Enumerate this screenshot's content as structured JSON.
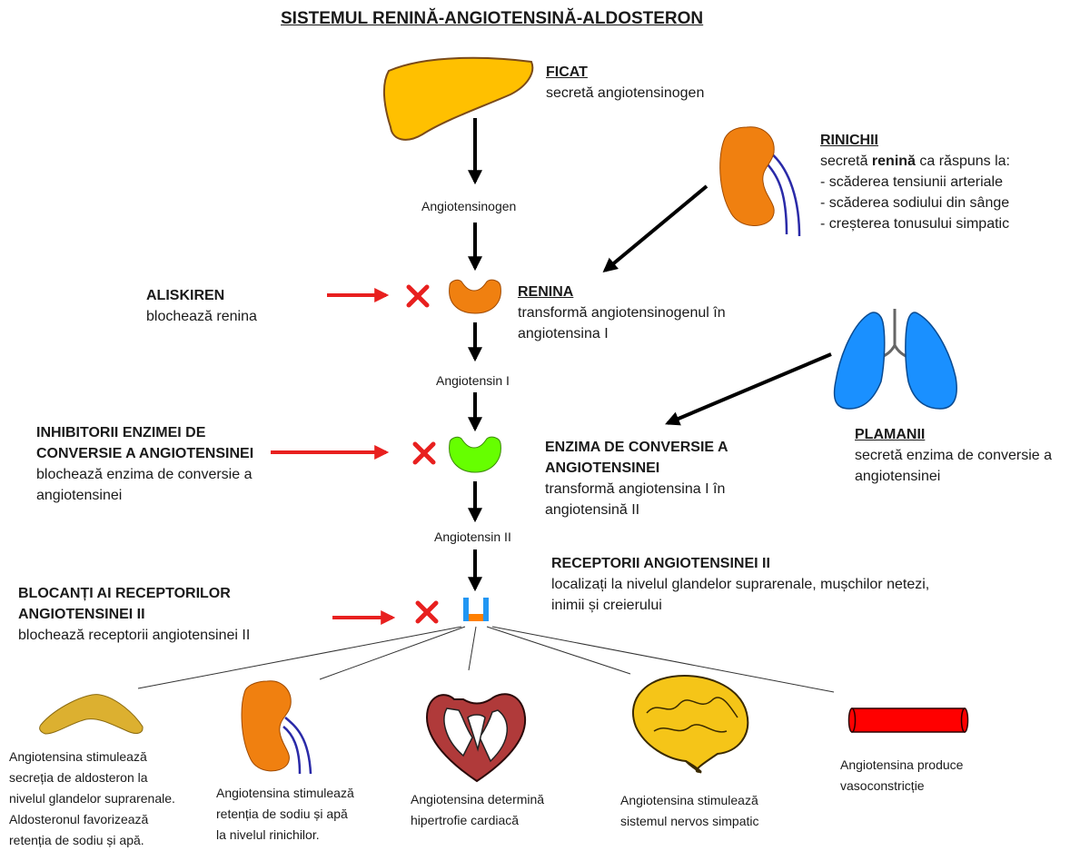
{
  "title": "SISTEMUL RENINĂ-ANGIOTENSINĂ-ALDOSTERON",
  "colors": {
    "arrow_black": "#000000",
    "arrow_red": "#e8201f",
    "liver": "#ffc000",
    "kidney": "#f08010",
    "enzyme_renin": "#f08010",
    "enzyme_ace": "#66ff00",
    "lungs": "#1a90ff",
    "adrenal": "#dcb030",
    "heart": "#b03a3a",
    "brain": "#f5c518",
    "vessel": "#ff0000",
    "receptor_blue": "#2196f3",
    "receptor_orange": "#ff7f00"
  },
  "nodes": {
    "liver": {
      "name": "FICAT",
      "desc": "secretă angiotensinogen",
      "icon": "liver-icon"
    },
    "angiotensinogen": "Angiotensinogen",
    "kidney": {
      "name": "RINICHII",
      "desc_pre": "secretă ",
      "desc_bold": "renină",
      "desc_post": " ca răspuns la:",
      "items": [
        "- scăderea tensiunii arteriale",
        "- scăderea sodiului din sânge",
        "- creșterea tonusului simpatic"
      ],
      "icon": "kidney-icon"
    },
    "renin": {
      "name": "RENINA",
      "desc": [
        "transformă angiotensinogenul în",
        "angiotensina I"
      ],
      "icon": "renin-enzyme-icon"
    },
    "angiotensin1": "Angiotensin I",
    "lungs": {
      "name": "PLAMANII",
      "desc": [
        "secretă enzima de conversie a",
        "angiotensinei"
      ],
      "icon": "lungs-icon"
    },
    "ace": {
      "name": [
        "ENZIMA DE CONVERSIE A",
        "ANGIOTENSINEI"
      ],
      "desc": [
        "transformă angiotensina I în",
        "angiotensină II"
      ],
      "icon": "ace-enzyme-icon"
    },
    "angiotensin2": "Angiotensin II",
    "receptors": {
      "name": "RECEPTORII ANGIOTENSINEI II",
      "desc": [
        "localizați la nivelul glandelor suprarenale, mușchilor netezi,",
        "inimii și creierului"
      ],
      "icon": "receptor-icon"
    }
  },
  "inhibitors": [
    {
      "name": [
        "ALISKIREN"
      ],
      "desc": [
        "blochează renina"
      ],
      "icon": "block-x-icon"
    },
    {
      "name": [
        "INHIBITORII ENZIMEI DE",
        "CONVERSIE A ANGIOTENSINEI"
      ],
      "desc": [
        "blochează enzima de conversie a",
        "angiotensinei"
      ],
      "icon": "block-x-icon"
    },
    {
      "name": [
        "BLOCANȚI AI RECEPTORILOR",
        "ANGIOTENSINEI II"
      ],
      "desc": [
        "blochează receptorii angiotensinei II"
      ],
      "icon": "block-x-icon"
    }
  ],
  "effects": [
    {
      "icon": "adrenal-gland-icon",
      "text": [
        "Angiotensina stimulează",
        "secreția de aldosteron la",
        "nivelul glandelor suprarenale.",
        "Aldosteronul favorizează",
        "retenția de sodiu și apă."
      ]
    },
    {
      "icon": "kidney-icon",
      "text": [
        "Angiotensina stimulează",
        "retenția de sodiu și apă",
        "la nivelul rinichilor."
      ]
    },
    {
      "icon": "heart-icon",
      "text": [
        "Angiotensina determină",
        "hipertrofie cardiacă"
      ]
    },
    {
      "icon": "brain-icon",
      "text": [
        "Angiotensina stimulează",
        "sistemul nervos simpatic"
      ]
    },
    {
      "icon": "blood-vessel-icon",
      "text": [
        "Angiotensina produce",
        "vasoconstricție"
      ]
    }
  ]
}
